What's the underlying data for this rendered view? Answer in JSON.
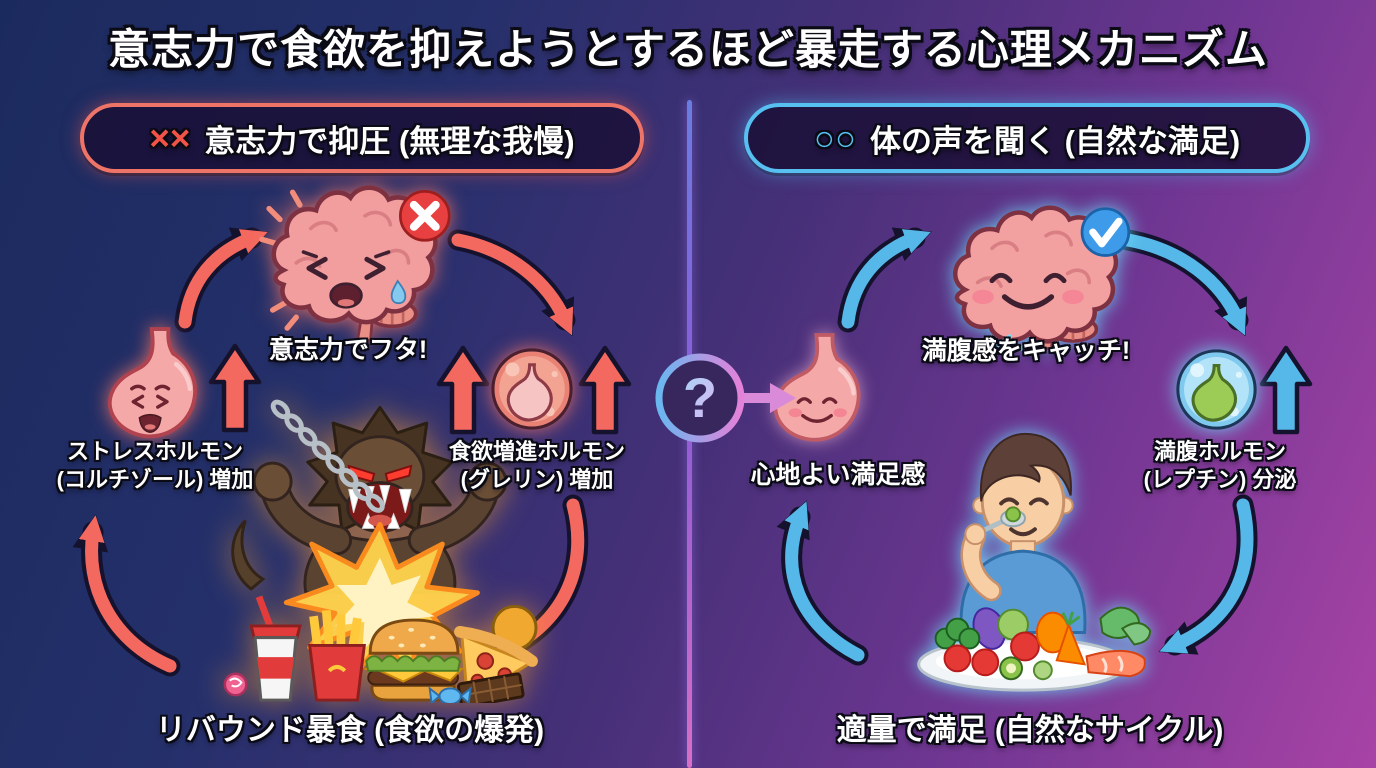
{
  "palette": {
    "background_left": "#1c2a5e",
    "background_right": "#a843a6",
    "suppress_accent": "#f0564e",
    "listen_accent": "#57c0f1",
    "text": "#ffffff"
  },
  "title": "意志力で食欲を抑えようとするほど暴走する心理メカニズム",
  "center": {
    "question_mark": "?"
  },
  "left_panel": {
    "header": {
      "marks": "××",
      "label": "意志力で抑圧 (無理な我慢)"
    },
    "nodes": {
      "brain_label": "意志力でフタ!",
      "stress_line1": "ストレスホルモン",
      "stress_line2": "(コルチゾール) 増加",
      "ghrelin_line1": "食欲増進ホルモン",
      "ghrelin_line2": "(グレリン) 増加",
      "rebound_label": "リバウンド暴食 (食欲の爆発)"
    },
    "icons": {
      "brain": "stressed-brain-with-x-badge",
      "stomach": "sad-stomach",
      "hormone": "ghrelin-bubble",
      "bottom": "chained-beast-with-junk-food"
    }
  },
  "right_panel": {
    "header": {
      "marks": "○○",
      "label": "体の声を聞く (自然な満足)"
    },
    "nodes": {
      "brain_label": "満腹感をキャッチ!",
      "satisfaction_label": "心地よい満足感",
      "leptin_line1": "満腹ホルモン",
      "leptin_line2": "(レプチン) 分泌",
      "moderation_label": "適量で満足 (自然なサイクル)"
    },
    "icons": {
      "brain": "happy-brain-with-check-badge",
      "stomach": "happy-stomach",
      "hormone": "leptin-bubble",
      "bottom": "person-eating-vegetables"
    }
  }
}
